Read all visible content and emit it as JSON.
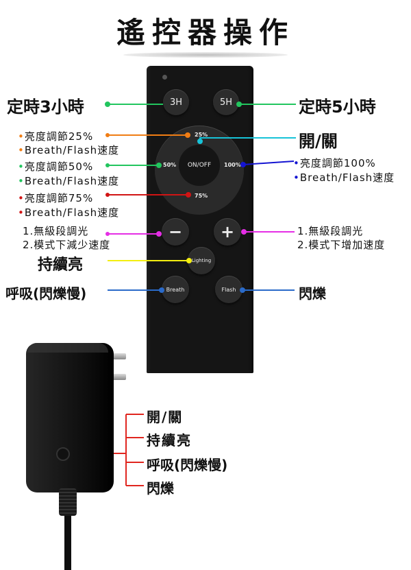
{
  "title": "遙控器操作",
  "remote": {
    "btn_3h": "3H",
    "btn_5h": "5H",
    "btn_25": "25%",
    "btn_50": "50%",
    "btn_onoff": "ON/OFF",
    "btn_100": "100%",
    "btn_75": "75%",
    "btn_minus": "−",
    "btn_plus": "+",
    "btn_lighting": "Lighting",
    "btn_breath": "Breath",
    "btn_flash": "Flash"
  },
  "labels": {
    "timer3": "定時3小時",
    "timer5": "定時5小時",
    "b25_line1": "亮度調節25%",
    "b25_line2": "Breath/Flash速度",
    "b50_line1": "亮度調節50%",
    "b50_line2": "Breath/Flash速度",
    "b75_line1": "亮度調節75%",
    "b75_line2": "Breath/Flash速度",
    "onoff": "開/關",
    "b100_line1": "亮度調節100%",
    "b100_line2": "Breath/Flash速度",
    "minus_line1": "1.無級段調光",
    "minus_line2": "2.模式下減少速度",
    "plus_line1": "1.無級段調光",
    "plus_line2": "2.模式下增加速度",
    "steady": "持續亮",
    "breath": "呼吸(閃爍慢)",
    "flash": "閃爍"
  },
  "adapter": {
    "item1": "開/關",
    "item2": "持續亮",
    "item3": "呼吸(閃爍慢)",
    "item4": "閃爍"
  },
  "colors": {
    "green": "#22c55e",
    "orange": "#f07d14",
    "cyan": "#17c3d8",
    "blue": "#1414d2",
    "red": "#d11414",
    "magenta": "#e52ee5",
    "yellow": "#f3ee10",
    "steelblue": "#2a6ac9",
    "adapter_red": "#e0261f"
  }
}
